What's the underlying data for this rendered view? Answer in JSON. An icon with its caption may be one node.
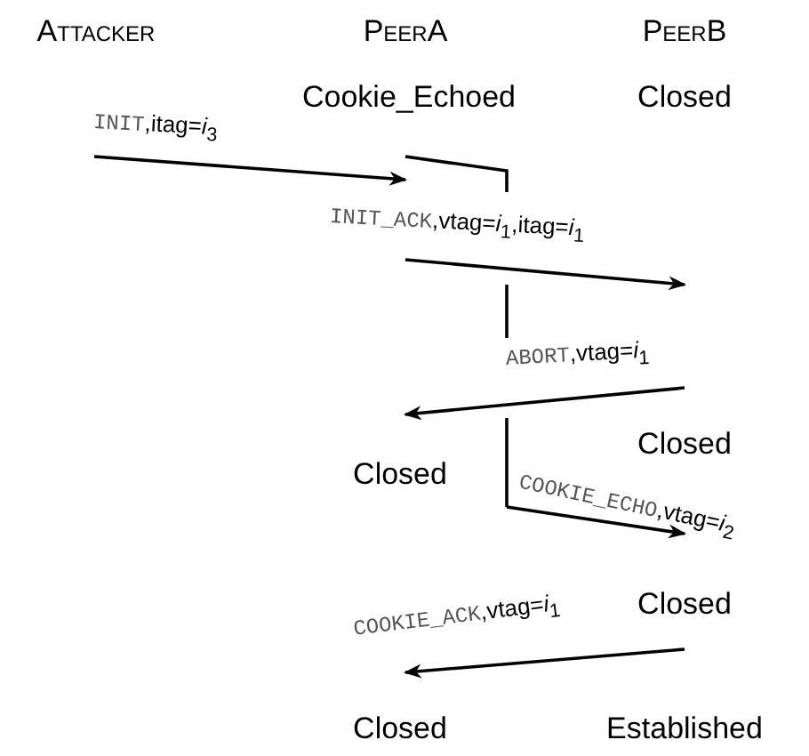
{
  "diagram": {
    "nodes": [
      {
        "text": [
          "Attacker"
        ]
      },
      {
        "text": [
          "PeerA"
        ]
      },
      {
        "text": [
          "PeerB"
        ]
      }
    ],
    "edges": [
      {
        "from": 0,
        "to": 1,
        "arrow": "to",
        "label": "INIT,itag=*i*$_{3}$"
      },
      {
        "from": 1,
        "to": 2,
        "arrow": "to",
        "label": "INIT_ACK,vtag=*i*$_{1}$,itag=*i*$_{1}$"
      },
      {
        "from": 2,
        "to": 1,
        "arrow": "to",
        "label": "ABORT,vtag=*i*$_{1}$"
      },
      {
        "from": 1,
        "to": 2,
        "arrow": "to",
        "label": "COOKIE_ECHO,vtag=*i*$_{2}$"
      },
      {
        "from": 2,
        "to": 1,
        "arrow": "to",
        "label": "COOKIE_ACK,vtag=*i*$_{1}$"
      }
    ],
    "labels": [
      "Cookie_Echoed",
      "Closed",
      "Closed",
      "Closed",
      "Closed",
      "Closed",
      "Established"
    ]
  }
}
